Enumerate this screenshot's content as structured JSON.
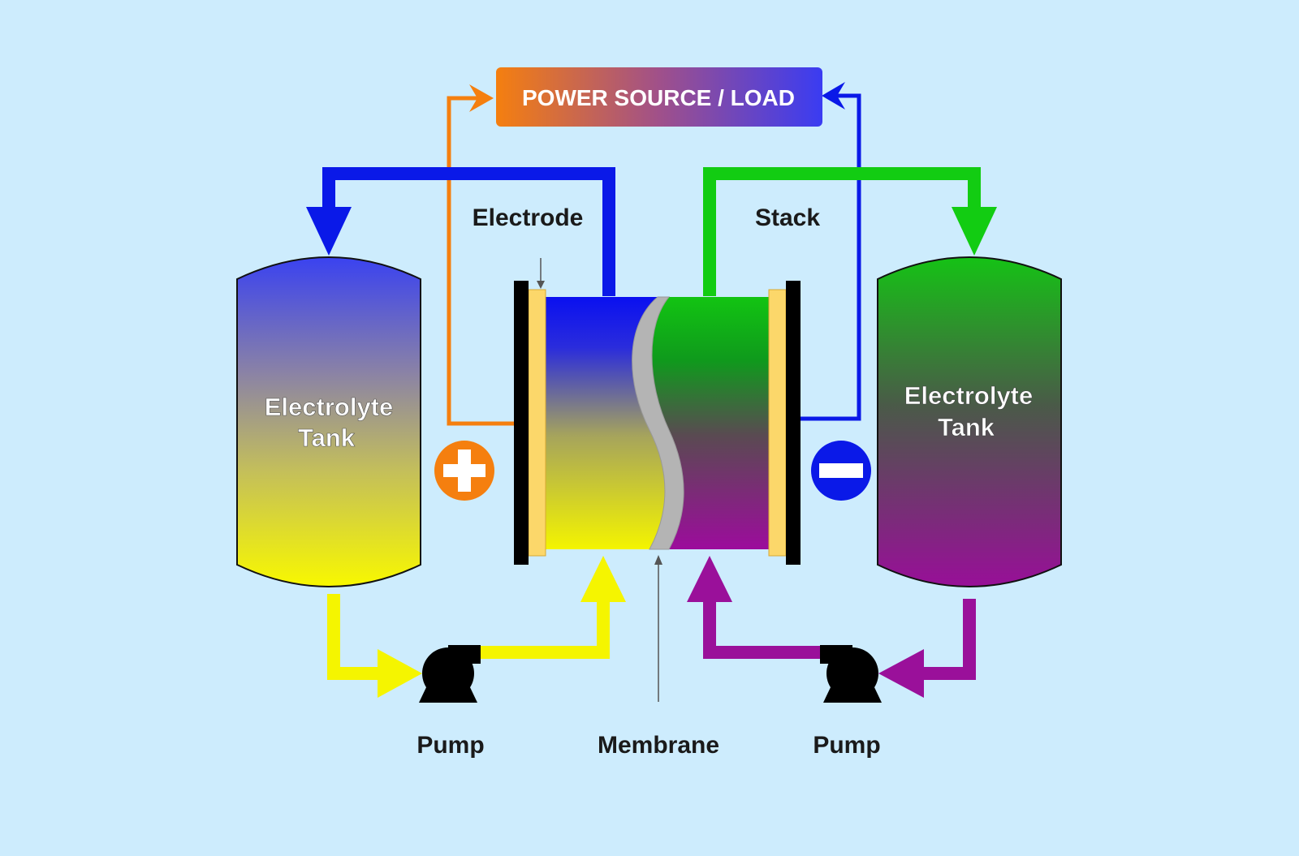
{
  "power_label": "POWER SOURCE /  LOAD",
  "electrode_label": "Electrode",
  "stack_label": "Stack",
  "membrane_label": "Membrane",
  "left_tank": {
    "line1": "Electrolyte",
    "line2": "Tank"
  },
  "right_tank": {
    "line1": "Electrolyte",
    "line2": "Tank"
  },
  "left_pump_label": "Pump",
  "right_pump_label": "Pump",
  "colors": {
    "background": "#cdecfd",
    "blue": "#0a19e8",
    "green": "#12cc12",
    "yellow": "#f5f500",
    "purple": "#9a109a",
    "orange": "#f57f0f",
    "electrode_gold": "#fcd76a",
    "membrane_gray": "#b4b4b4"
  },
  "icons": {
    "positive": "plus-icon",
    "negative": "minus-icon",
    "pump": "pump-icon"
  }
}
